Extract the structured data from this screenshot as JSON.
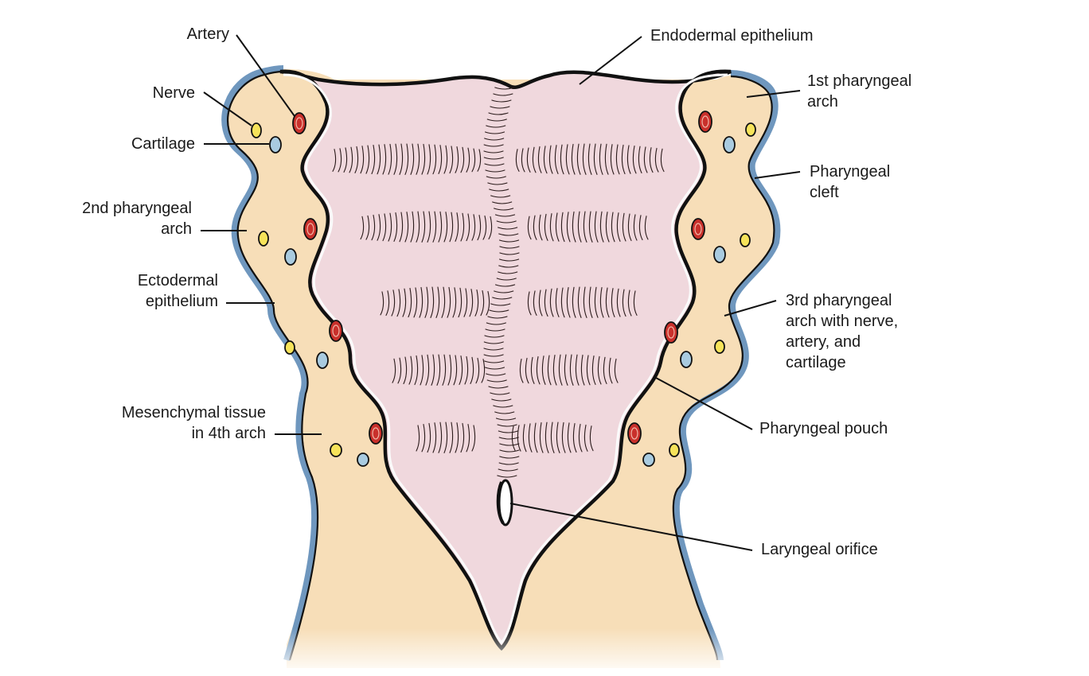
{
  "labels": {
    "artery": "Artery",
    "nerve": "Nerve",
    "cartilage": "Cartilage",
    "arch2_line1": "2nd pharyngeal",
    "arch2_line2": "arch",
    "ecto_line1": "Ectodermal",
    "ecto_line2": "epithelium",
    "mes_line1": "Mesenchymal tissue",
    "mes_line2": "in 4th arch",
    "endodermal": "Endodermal epithelium",
    "arch1_line1": "1st pharyngeal",
    "arch1_line2": "arch",
    "cleft_line1": "Pharyngeal",
    "cleft_line2": "cleft",
    "arch3_line1": "3rd pharyngeal",
    "arch3_line2": "arch with nerve,",
    "arch3_line3": "artery, and",
    "arch3_line4": "cartilage",
    "pouch": "Pharyngeal pouch",
    "larynx": "Laryngeal orifice"
  },
  "colors": {
    "mesenchyme": "#f7deb8",
    "ectoderm": "#6f97be",
    "lumen": "#f0d8dd",
    "nerve": "#f7e35a",
    "cartilage": "#a9cbe0",
    "artery": "#c9302b"
  }
}
